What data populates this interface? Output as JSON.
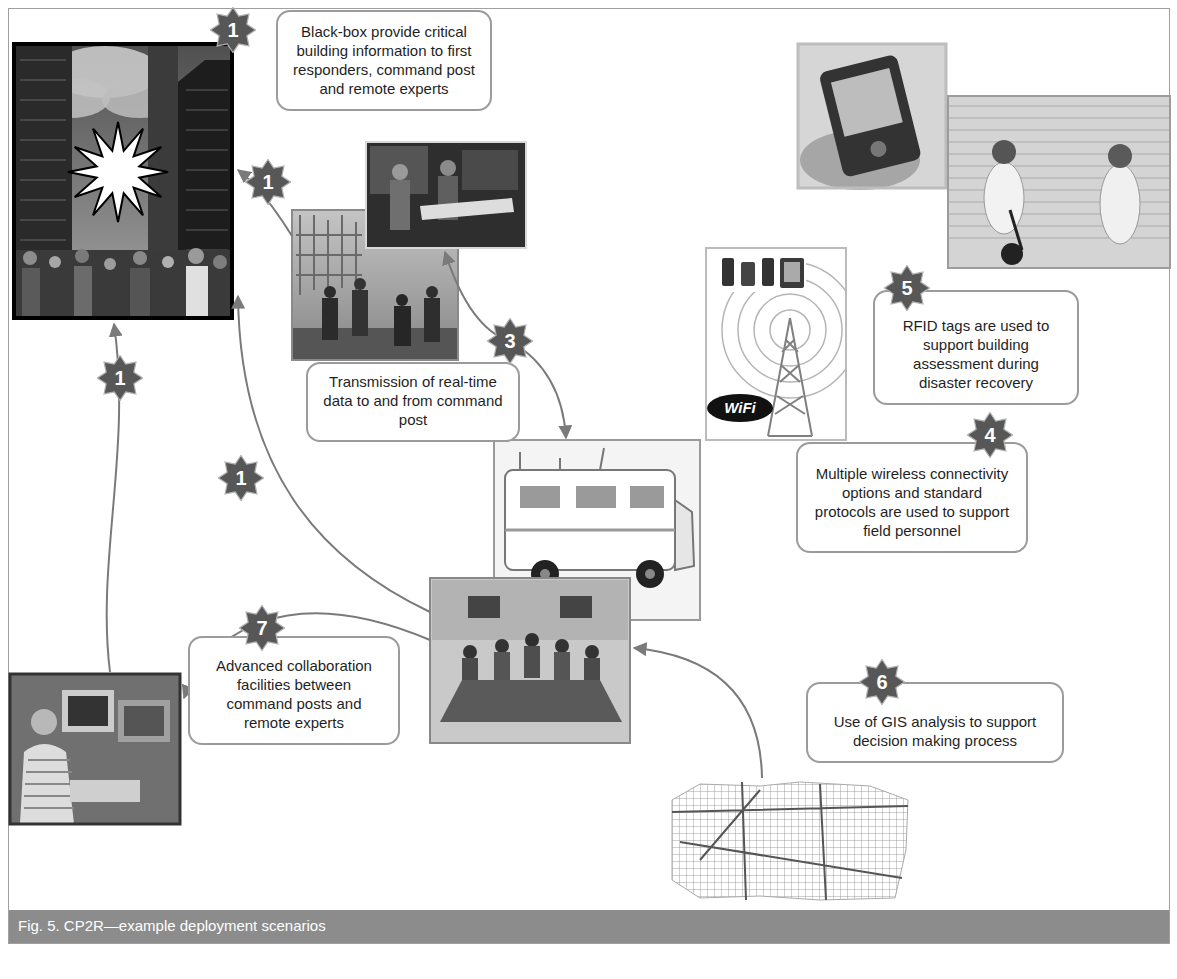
{
  "diagram": {
    "caption": "Fig. 5. CP2R—example deployment scenarios",
    "nodes": [
      {
        "text": [
          "1"
        ]
      },
      {
        "text": [
          "Black-box provide critical building information to first responders, command post and remote experts"
        ]
      },
      {
        "text": [
          "1"
        ]
      },
      {
        "text": [
          "5"
        ]
      },
      {
        "text": [
          "RFID tags are used to support building assessment during disaster recovery"
        ]
      },
      {
        "text": [
          "3"
        ]
      },
      {
        "text": [
          "Transmission of real-time data to and from command post"
        ]
      },
      {
        "text": [
          "1"
        ]
      },
      {
        "text": [
          "4"
        ]
      },
      {
        "text": [
          "Multiple wireless connectivity options and standard protocols are used to support field personnel"
        ]
      },
      {
        "text": [
          "1"
        ]
      },
      {
        "text": [
          "7"
        ]
      },
      {
        "text": [
          "Advanced collaboration facilities between command posts and remote experts"
        ]
      },
      {
        "text": [
          "6"
        ]
      },
      {
        "text": [
          "Use of GIS analysis to support decision making process"
        ]
      }
    ],
    "labels": [
      "WiFi"
    ]
  }
}
